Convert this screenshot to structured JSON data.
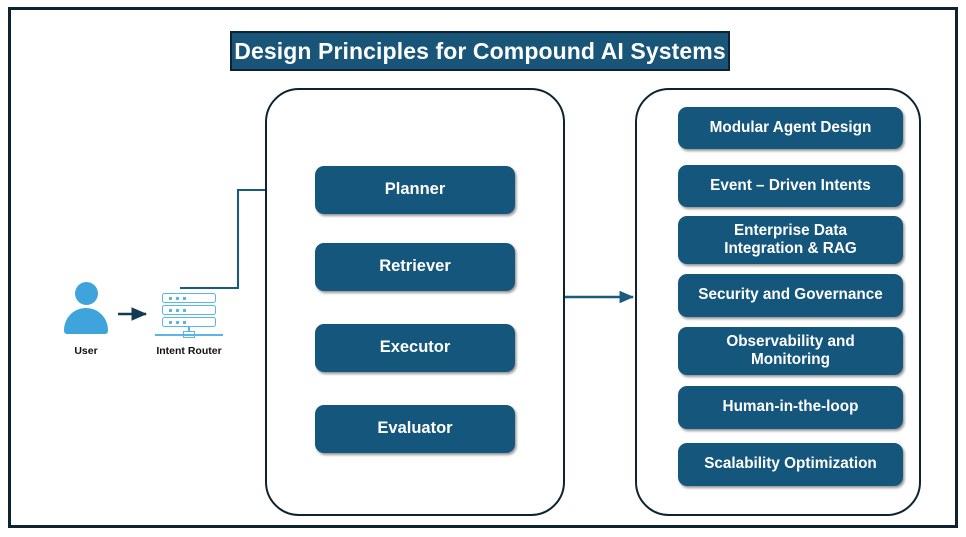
{
  "header": {
    "title": "Design Principles for Compound AI Systems"
  },
  "colors": {
    "box_fill": "#15567d",
    "frame_border": "#0c2331",
    "icon_blue": "#3fa3dc",
    "router_blue": "#5bb6e8",
    "connector": "#1a5a7f",
    "text_on_dark": "#ffffff"
  },
  "actors": [
    {
      "id": "user",
      "label": "User",
      "icon": "user-avatar-icon"
    },
    {
      "id": "intent-router",
      "label": "Intent Router",
      "icon": "server-rack-icon"
    }
  ],
  "pipeline": {
    "panel_name": "agent-pipeline-panel",
    "stages": [
      {
        "id": "planner",
        "label": "Planner"
      },
      {
        "id": "retriever",
        "label": "Retriever"
      },
      {
        "id": "executor",
        "label": "Executor"
      },
      {
        "id": "evaluator",
        "label": "Evaluator"
      }
    ]
  },
  "principles": {
    "panel_name": "design-principles-panel",
    "items": [
      {
        "id": "modular-agent-design",
        "label": "Modular Agent Design",
        "lines": [
          "Modular Agent Design"
        ]
      },
      {
        "id": "event-driven-intents",
        "label": "Event – Driven Intents",
        "lines": [
          "Event – Driven Intents"
        ]
      },
      {
        "id": "enterprise-data-integration",
        "label": "Enterprise Data Integration & RAG",
        "lines": [
          "Enterprise Data",
          "Integration & RAG"
        ]
      },
      {
        "id": "security-and-governance",
        "label": "Security and Governance",
        "lines": [
          "Security and Governance"
        ]
      },
      {
        "id": "observability-and-monitoring",
        "label": "Observability and Monitoring",
        "lines": [
          "Observability and",
          "Monitoring"
        ]
      },
      {
        "id": "human-in-the-loop",
        "label": "Human-in-the-loop",
        "lines": [
          "Human-in-the-loop"
        ]
      },
      {
        "id": "scalability-optimization",
        "label": "Scalability Optimization",
        "lines": [
          "Scalability Optimization"
        ]
      }
    ]
  },
  "connectors": [
    {
      "id": "user-to-router",
      "from": "user",
      "to": "intent-router",
      "style": "straight-arrow"
    },
    {
      "id": "router-to-planner",
      "from": "intent-router",
      "to": "planner",
      "style": "elbow-arrow"
    },
    {
      "id": "planner-to-retriever",
      "from": "planner",
      "to": "retriever",
      "style": "straight-arrow"
    },
    {
      "id": "retriever-to-executor",
      "from": "retriever",
      "to": "executor",
      "style": "straight-arrow"
    },
    {
      "id": "executor-to-evaluator",
      "from": "executor",
      "to": "evaluator",
      "style": "straight-arrow"
    },
    {
      "id": "pipeline-to-principles",
      "from": "agent-pipeline-panel",
      "to": "design-principles-panel",
      "style": "straight-arrow"
    }
  ]
}
